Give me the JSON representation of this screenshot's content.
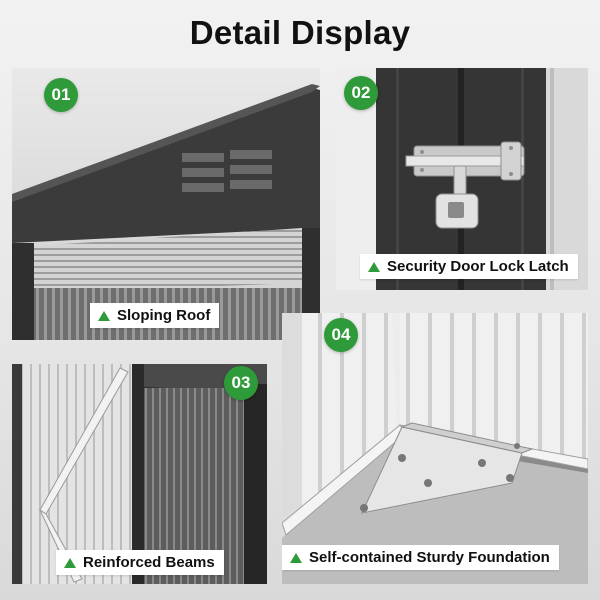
{
  "header": {
    "title": "Detail Display"
  },
  "panels": [
    {
      "number": "01",
      "label": "Sloping Roof"
    },
    {
      "number": "02",
      "label": "Security Door Lock Latch"
    },
    {
      "number": "03",
      "label": "Reinforced Beams"
    },
    {
      "number": "04",
      "label": "Self-contained Sturdy Foundation"
    }
  ],
  "colors": {
    "badge": "#2e9a3a",
    "steel_dark": "#3a3a3a",
    "steel_light": "#e8e8e8"
  }
}
